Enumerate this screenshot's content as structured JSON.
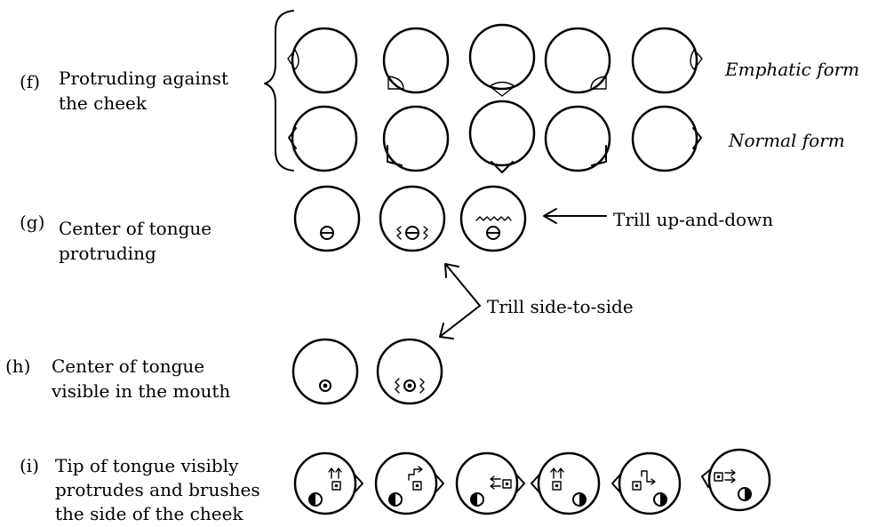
{
  "rows": {
    "f": {
      "marker": "(f)",
      "desc_lines": [
        "Protruding against",
        "the cheek"
      ],
      "emphatic_label": "Emphatic form",
      "normal_label": "Normal form"
    },
    "g": {
      "marker": "(g)",
      "desc_lines": [
        "Center of tongue",
        "protruding"
      ]
    },
    "h": {
      "marker": "(h)",
      "desc_lines": [
        "Center of tongue",
        "visible in the mouth"
      ]
    },
    "i": {
      "marker": "(i)",
      "desc_lines": [
        "Tip of tongue visibly",
        "protrudes and brushes",
        "the side of the cheek"
      ]
    }
  },
  "annotations": {
    "trill_up_down": "Trill up-and-down",
    "trill_side_to_side": "Trill side-to-side"
  }
}
